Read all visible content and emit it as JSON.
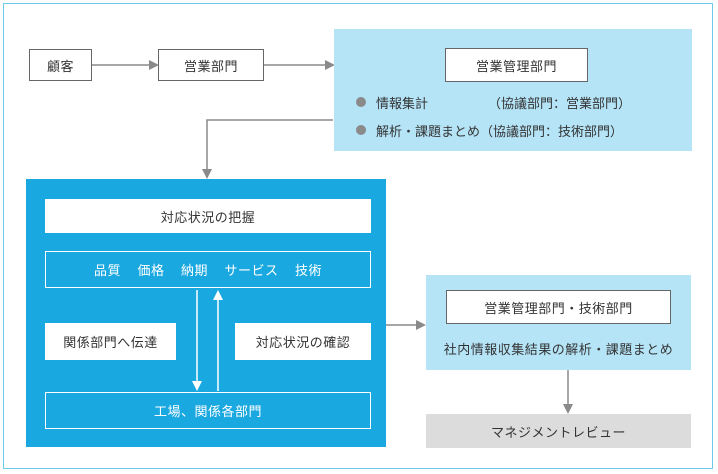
{
  "nodes": {
    "customer": "顧客",
    "sales_dept": "営業部門",
    "sales_mgmt": "営業管理部門",
    "grasp_status": "対応状況の把握",
    "categories": [
      "品質",
      "価格",
      "納期",
      "サービス",
      "技術"
    ],
    "communicate": "関係部門へ伝達",
    "confirm_status": "対応状況の確認",
    "factory": "工場、関係各部門",
    "mgmt_tech": "営業管理部門・技術部門",
    "analysis_summary": "社内情報収集結果の解析・課題まとめ",
    "review": "マネジメントレビュー"
  },
  "notes": [
    {
      "label": "情報集計",
      "detail": "（協議部門：営業部門）"
    },
    {
      "label": "解析・課題まとめ",
      "detail": "（協議部門：技術部門）"
    }
  ],
  "colors": {
    "frame": "#6ec9ea",
    "light_blue": "#b5e4f7",
    "strong_blue": "#1aa8e0",
    "gray_box": "#dcdcdc",
    "arrow": "#8a8a8a"
  }
}
